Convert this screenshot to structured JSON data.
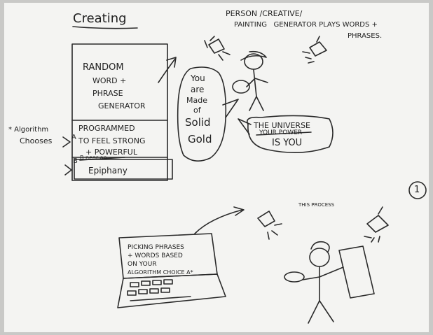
{
  "top_left": {
    "heading": "Creating",
    "generator_lines": [
      "RANDOM",
      "WORD +",
      "PHRASE",
      "GENERATOR"
    ],
    "programmed_label": "PROGRAMMED",
    "option_a_lines": [
      "TO FEEL STRONG",
      "+ POWERFUL"
    ],
    "option_b_struck": "B near an",
    "option_b_text": "Epiphany",
    "algorithm_note": [
      "* Algorithm",
      "Chooses"
    ],
    "marker_a": "A",
    "marker_b": "B"
  },
  "top_right": {
    "caption_lines": [
      "PERSON /CREATIVE/",
      "PAINTING   GENERATOR PLAYS WORDS +",
      "PHRASES."
    ],
    "bubble_left": [
      "You",
      "are",
      "Made",
      "of",
      "Solid",
      "Gold"
    ],
    "bubble_right_line1": "THE UNIVERSE",
    "bubble_right_struck": "YOUR POWER",
    "bubble_right_line3": "IS YOU"
  },
  "page_number": "1",
  "bottom": {
    "process_label": "THIS PROCESS",
    "screen_lines": [
      "PICKING PHRASES",
      "+ WORDS BASED",
      "ON YOUR",
      "ALGORITHM CHOICE A*"
    ]
  },
  "colors": {
    "ink": "#2a2a2a",
    "paper": "#f4f4f2",
    "background": "#c9c9c7"
  }
}
